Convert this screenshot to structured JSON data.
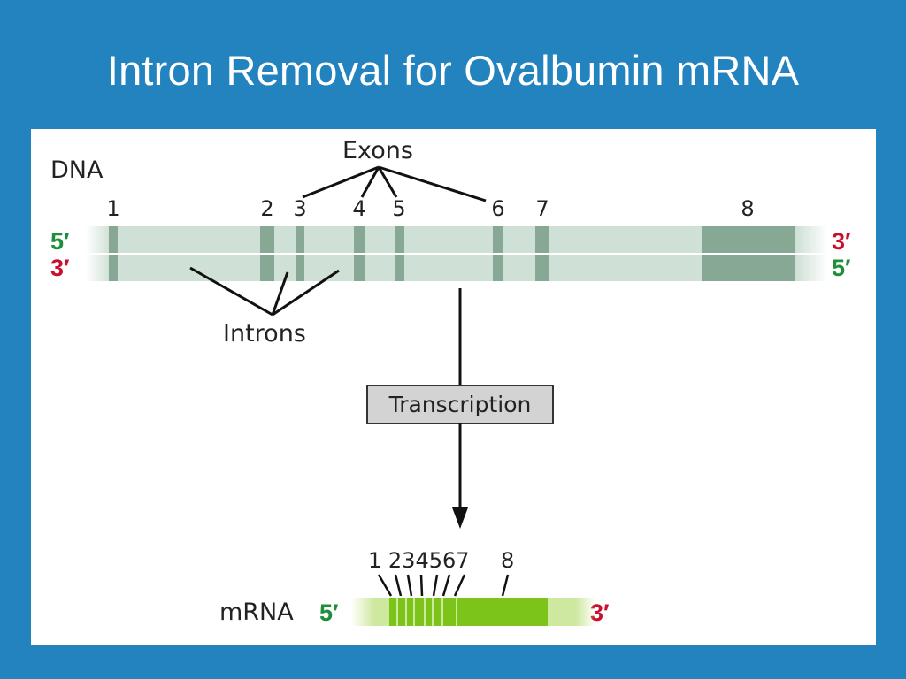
{
  "title": "Intron Removal for Ovalbumin mRNA",
  "labels": {
    "dna": "DNA",
    "exons": "Exons",
    "introns": "Introns",
    "transcription": "Transcription",
    "mrna": "mRNA"
  },
  "strand_ends": {
    "top_left": "5′",
    "bottom_left": "3′",
    "top_right": "3′",
    "bottom_right": "5′",
    "mrna_left": "5′",
    "mrna_right": "3′"
  },
  "dna_exon_numbers": [
    "1",
    "2",
    "3",
    "4",
    "5",
    "6",
    "7",
    "8"
  ],
  "mrna_exon_numbers": {
    "grouped": "1 234567",
    "last": "8"
  },
  "colors": {
    "background": "#2383bf",
    "panel": "#ffffff",
    "dna_strand": "#cfe0d6",
    "dna_exon": "#86a894",
    "mrna_light": "#cfe8a0",
    "mrna_exon": "#7dc41a",
    "five_prime": "#1d8f3a",
    "three_prime": "#c8102e",
    "transcription_box": "#d3d3d3"
  }
}
